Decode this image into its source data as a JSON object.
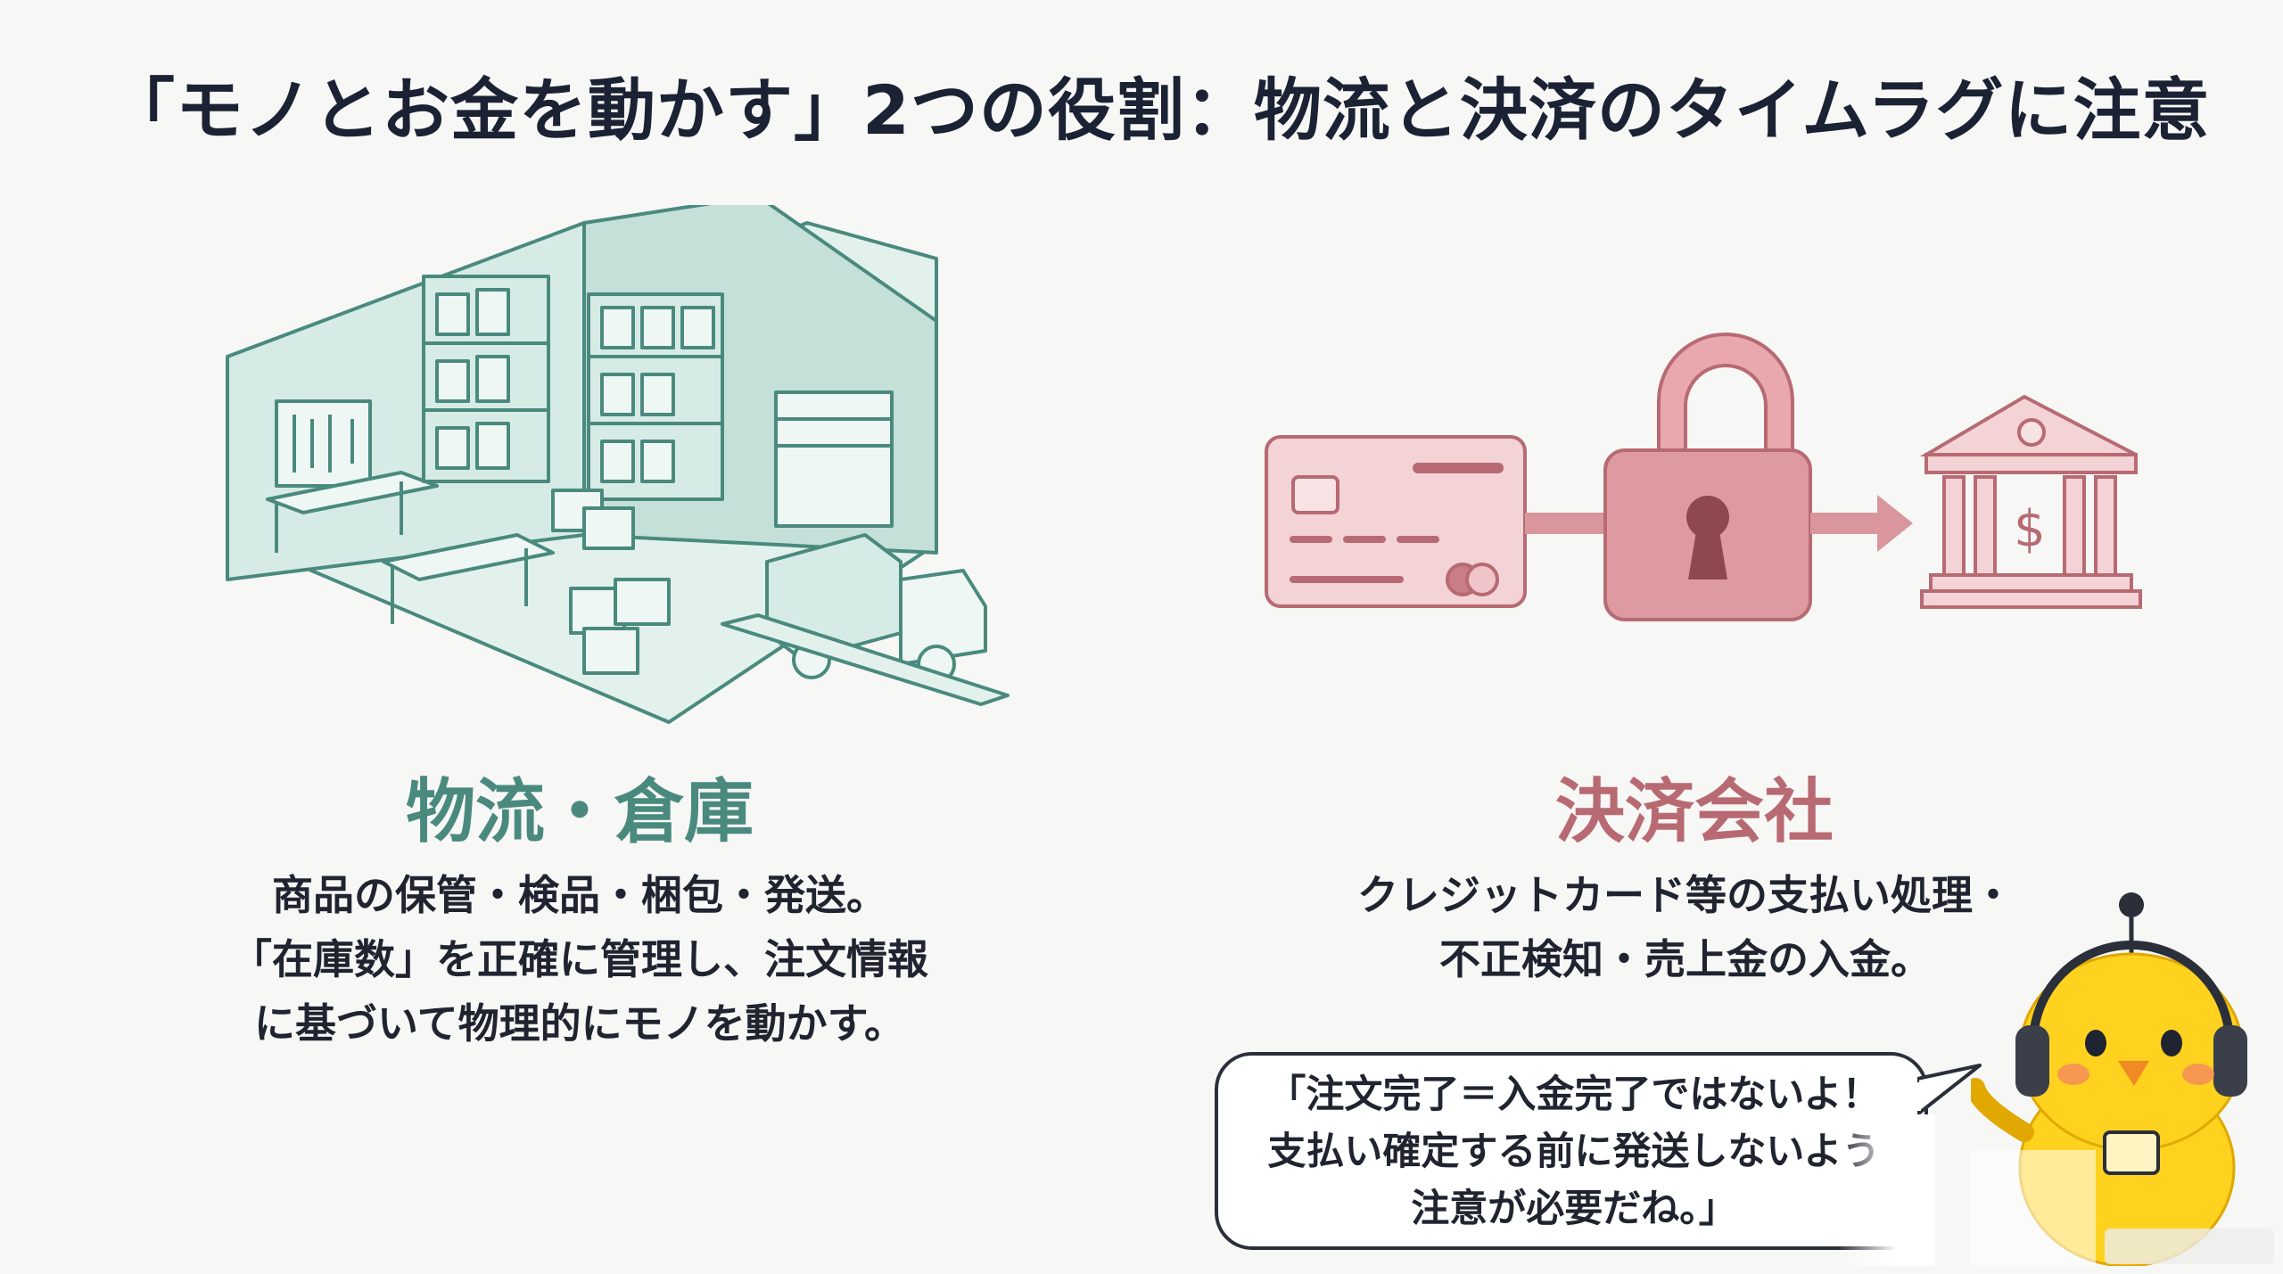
{
  "title": "「モノとお金を動かす」2つの役割：物流と決済のタイムラグに注意",
  "logistics": {
    "heading": "物流・倉庫",
    "lines": [
      "商品の保管・検品・梱包・発送。",
      "「在庫数」を正確に管理し、注文情報",
      "に基づいて物理的にモノを動かす。"
    ],
    "color": "#4a8a7e"
  },
  "payment": {
    "heading": "決済会社",
    "lines": [
      "クレジットカード等の支払い処理・",
      "不正検知・売上金の入金。"
    ],
    "color": "#b86a72"
  },
  "bubble": {
    "lines": [
      "「注文完了＝入金完了ではないよ！",
      "支払い確定する前に発送しないよう",
      "注意が必要だね。」"
    ]
  },
  "colors": {
    "teal": "#4a8a7e",
    "teal_fill": "#cfe6e0",
    "rose": "#b86a72",
    "rose_fill": "#f3d3d6",
    "mascot": "#ffd21f"
  },
  "icons": {
    "warehouse": "warehouse-illustration",
    "card": "credit-card-icon",
    "lock": "padlock-icon",
    "bank": "bank-icon",
    "mascot": "chick-mascot"
  }
}
